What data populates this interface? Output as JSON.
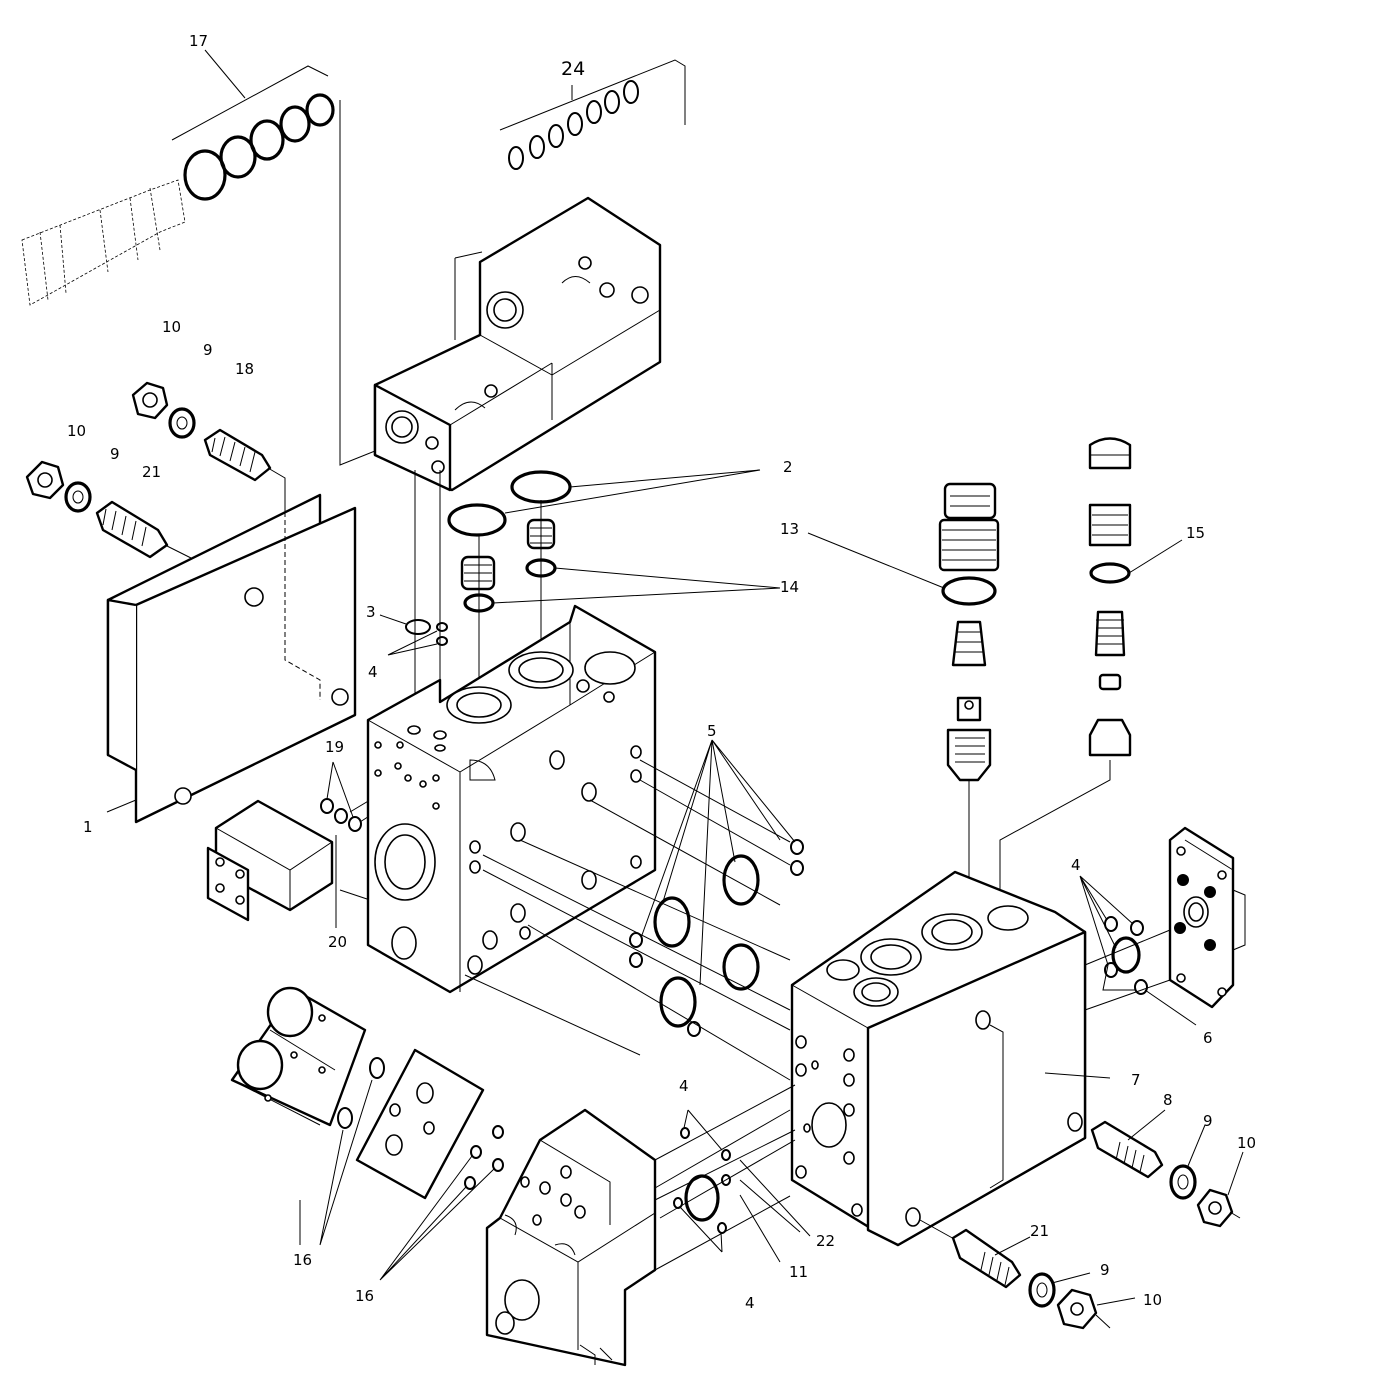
{
  "labels": {
    "l1": "1",
    "l2": "2",
    "l3": "3",
    "l4a": "4",
    "l4b": "4",
    "l4c": "4",
    "l4d": "4",
    "l5": "5",
    "l6": "6",
    "l7": "7",
    "l8": "8",
    "l9a": "9",
    "l9b": "9",
    "l9c": "9",
    "l9d": "9",
    "l10a": "10",
    "l10b": "10",
    "l10c": "10",
    "l10d": "10",
    "l11": "11",
    "l13": "13",
    "l14": "14",
    "l15": "15",
    "l16a": "16",
    "l16b": "16",
    "l17": "17",
    "l18": "18",
    "l19": "19",
    "l20": "20",
    "l21a": "21",
    "l21b": "21",
    "l22": "22",
    "l24": "24"
  }
}
